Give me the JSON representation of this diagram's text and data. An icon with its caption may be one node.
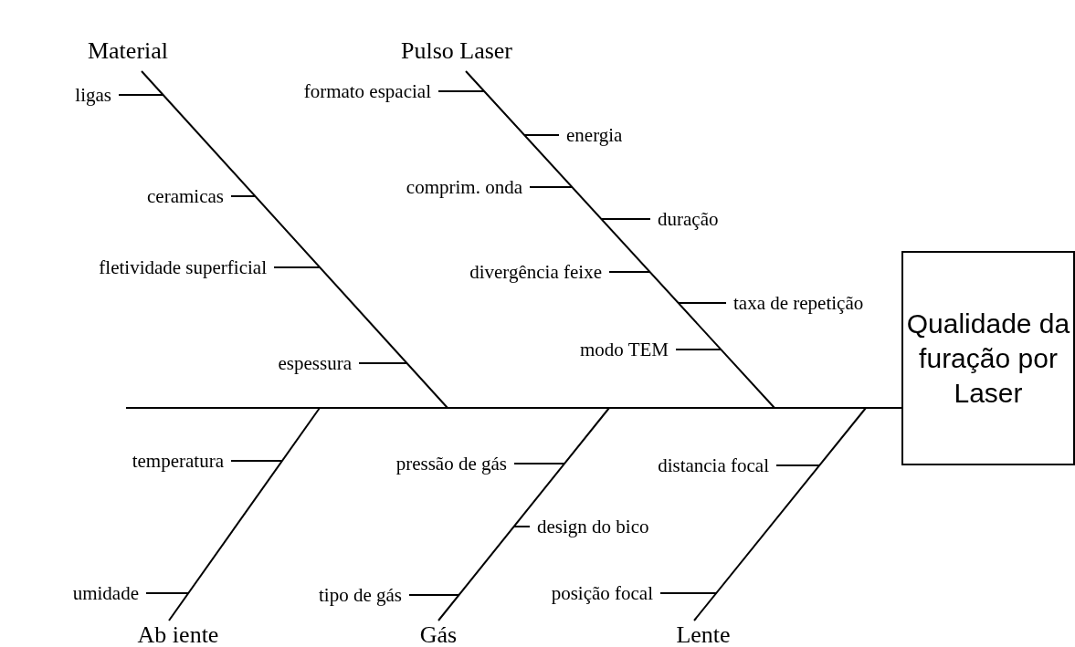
{
  "diagram": {
    "nodes": [
      {
        "text": [
          "Material"
        ]
      },
      {
        "text": [
          "Pulso Laser"
        ]
      },
      {
        "text": [
          "ligas"
        ]
      },
      {
        "text": [
          "formato espacial"
        ]
      },
      {
        "text": [
          "energia"
        ]
      },
      {
        "text": [
          "ceramicas"
        ]
      },
      {
        "text": [
          "comprim. onda"
        ]
      },
      {
        "text": [
          "duração"
        ]
      },
      {
        "text": [
          "fletividade superficial"
        ]
      },
      {
        "text": [
          "divergência feixe"
        ]
      },
      {
        "text": [
          "taxa de repetição"
        ]
      },
      {
        "text": [
          "modo TEM"
        ]
      },
      {
        "text": [
          "espessura"
        ]
      },
      {
        "text": [
          "Qualidade da furação por Laser"
        ]
      },
      {
        "text": [
          "temperatura"
        ]
      },
      {
        "text": [
          "pressão de gás"
        ]
      },
      {
        "text": [
          "distancia focal"
        ]
      },
      {
        "text": [
          "design do bico"
        ]
      },
      {
        "text": [
          "umidade"
        ]
      },
      {
        "text": [
          "tipo de gás"
        ]
      },
      {
        "text": [
          "posição focal"
        ]
      },
      {
        "text": [
          "Ab iente"
        ]
      },
      {
        "text": [
          "Gás"
        ]
      },
      {
        "text": [
          "Lente"
        ]
      }
    ],
    "edges": [
      {
        "from": null,
        "to": 13,
        "arrow": "none"
      },
      {
        "from": 0,
        "to": null,
        "arrow": "none"
      },
      {
        "from": 1,
        "to": null,
        "arrow": "none"
      },
      {
        "from": 21,
        "to": null,
        "arrow": "none"
      },
      {
        "from": 22,
        "to": null,
        "arrow": "none"
      },
      {
        "from": 23,
        "to": null,
        "arrow": "none"
      },
      {
        "from": 2,
        "to": null,
        "arrow": "none"
      },
      {
        "from": 3,
        "to": null,
        "arrow": "none"
      },
      {
        "from": 4,
        "to": null,
        "arrow": "none"
      },
      {
        "from": 5,
        "to": null,
        "arrow": "none"
      },
      {
        "from": 6,
        "to": null,
        "arrow": "none"
      },
      {
        "from": 7,
        "to": null,
        "arrow": "none"
      },
      {
        "from": 8,
        "to": null,
        "arrow": "none"
      },
      {
        "from": 9,
        "to": null,
        "arrow": "none"
      },
      {
        "from": 10,
        "to": null,
        "arrow": "none"
      },
      {
        "from": 11,
        "to": null,
        "arrow": "none"
      },
      {
        "from": 12,
        "to": null,
        "arrow": "none"
      },
      {
        "from": 14,
        "to": null,
        "arrow": "none"
      },
      {
        "from": 15,
        "to": null,
        "arrow": "none"
      },
      {
        "from": 16,
        "to": null,
        "arrow": "none"
      },
      {
        "from": 17,
        "to": null,
        "arrow": "none"
      },
      {
        "from": 18,
        "to": null,
        "arrow": "none"
      },
      {
        "from": 19,
        "to": null,
        "arrow": "none"
      },
      {
        "from": 20,
        "to": null,
        "arrow": "none"
      }
    ]
  }
}
